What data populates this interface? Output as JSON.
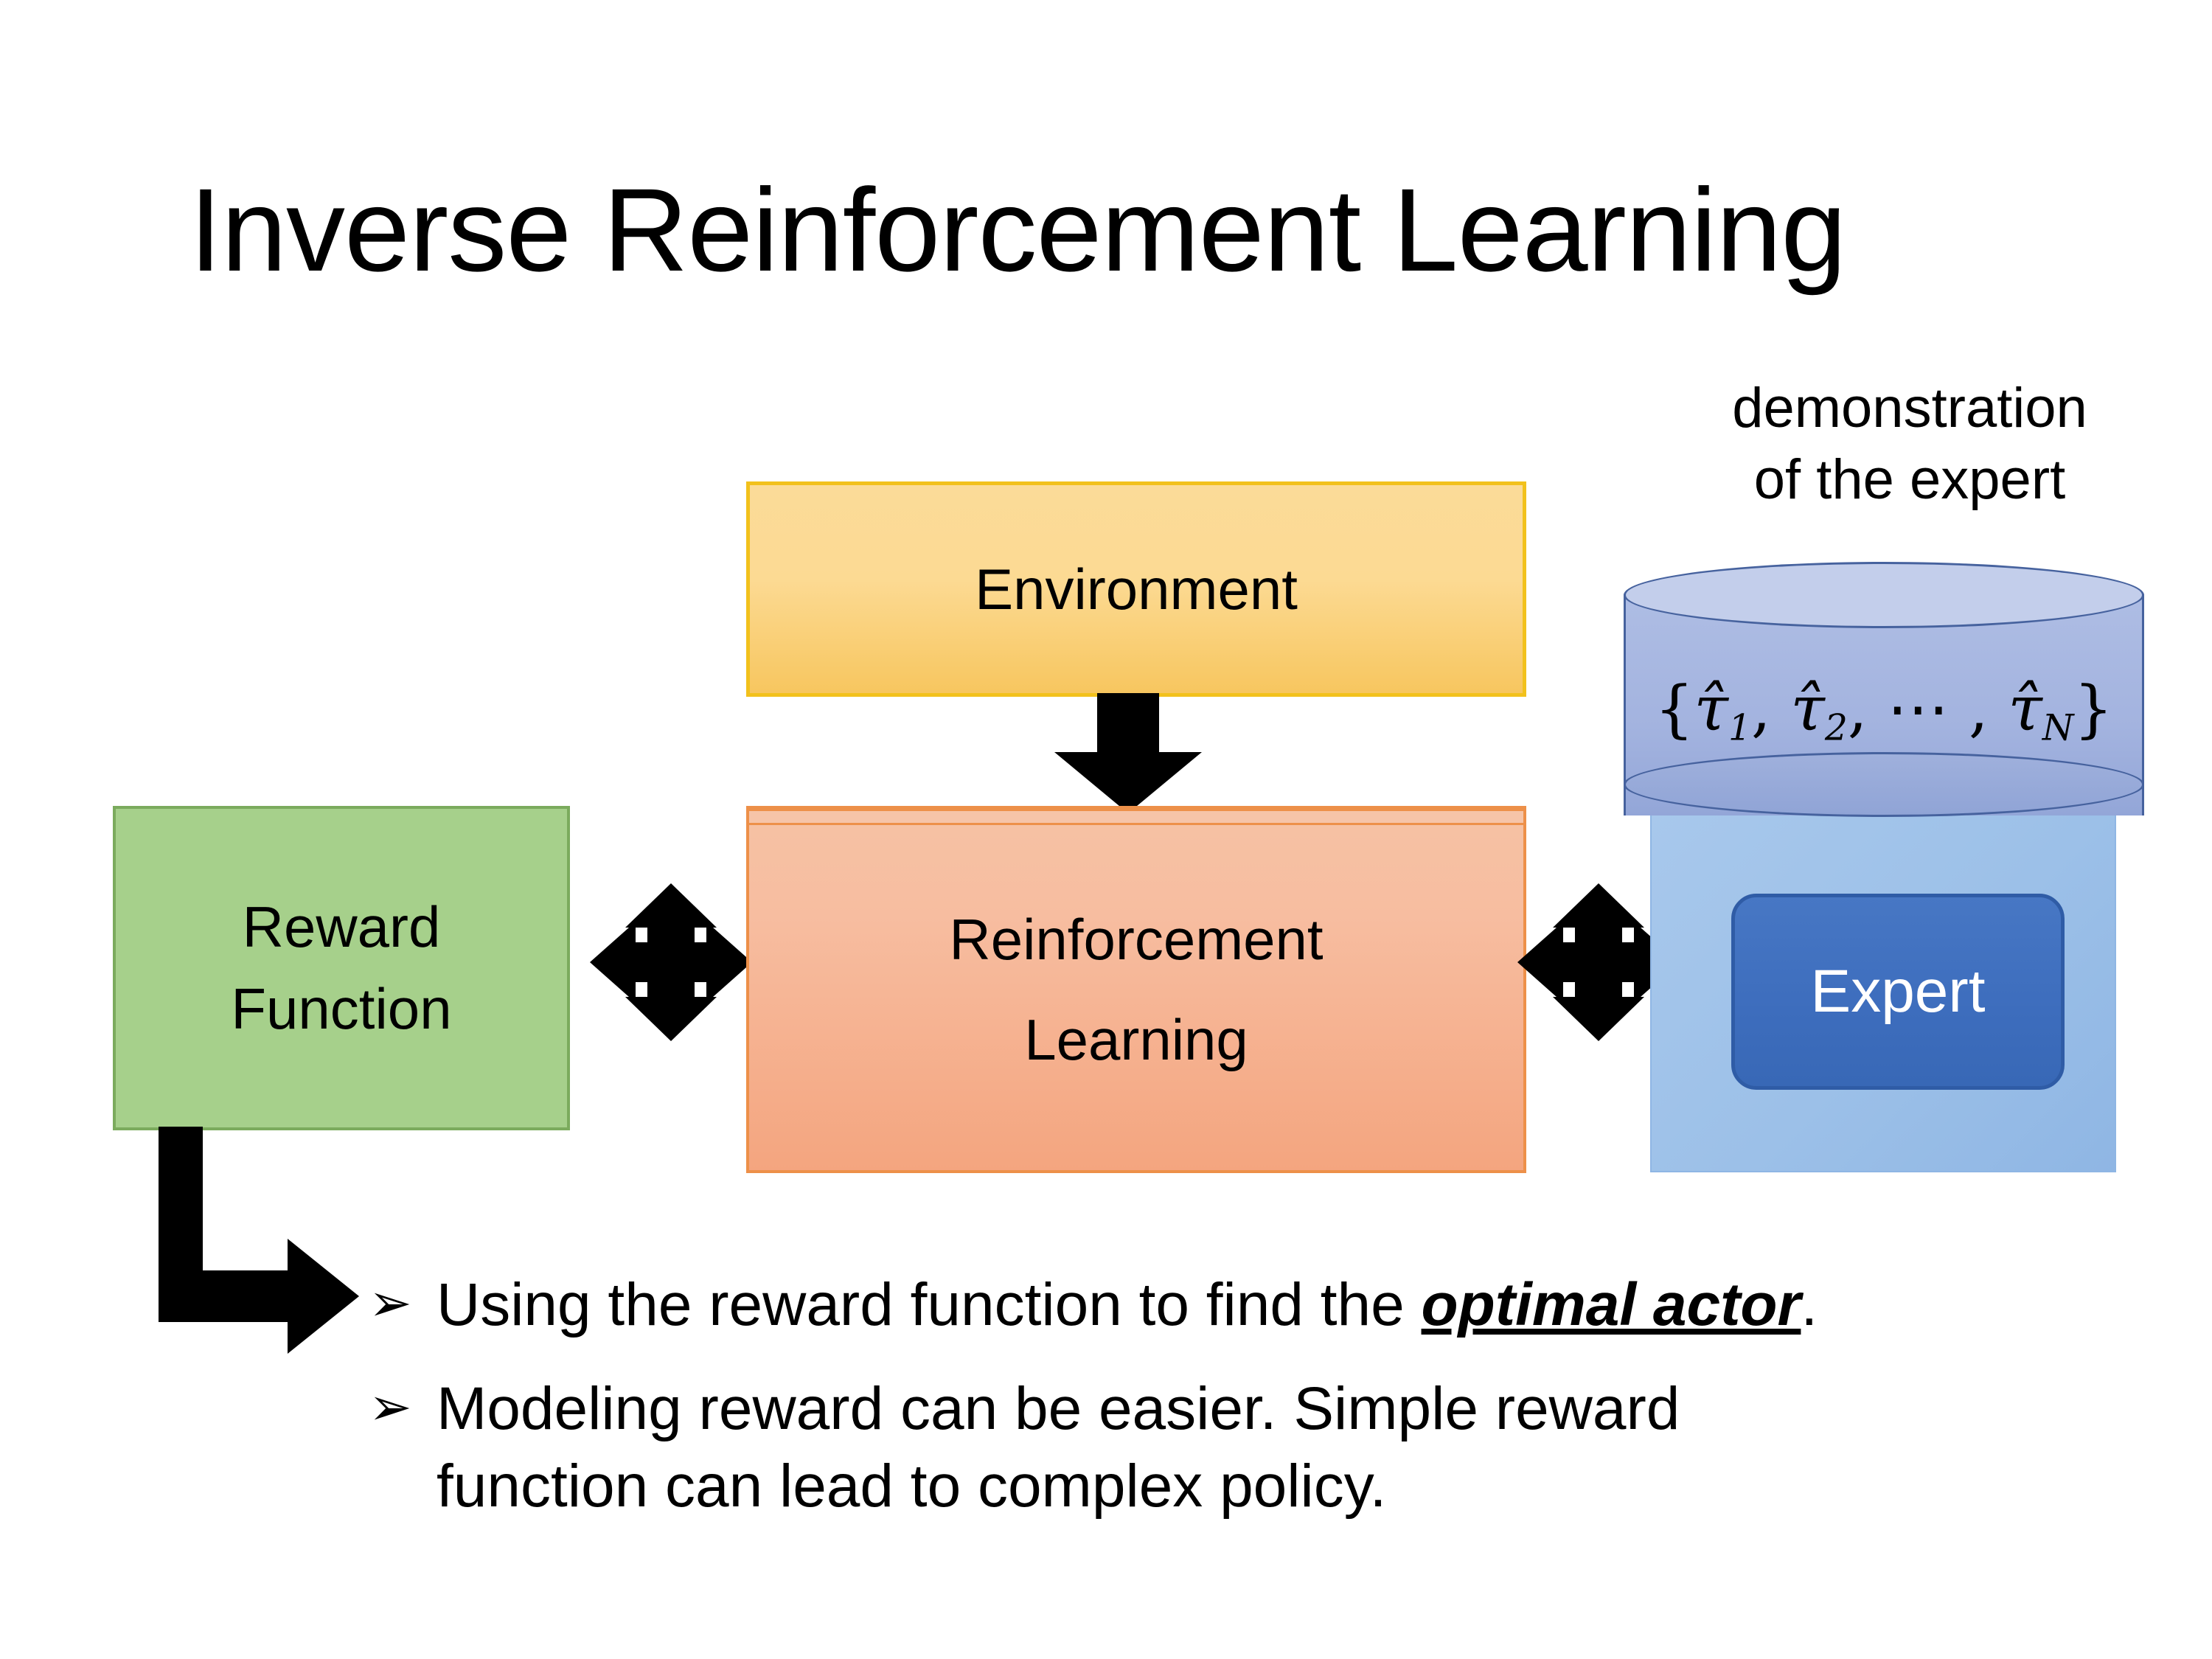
{
  "slide": {
    "title": "Inverse Reinforcement Learning",
    "background_color": "#FFFFFF"
  },
  "diagram": {
    "environment": {
      "label": "Environment",
      "fill_color": "#FBDB98",
      "border_color": "#F2C11C"
    },
    "reward_function": {
      "line1": "Reward",
      "line2": "Function",
      "fill_color": "#A6D08B",
      "border_color": "#7BAB5D"
    },
    "reinforcement_learning": {
      "line1": "Reinforcement",
      "line2": "Learning",
      "fill_color": "#F6C2A4",
      "border_color": "#ED9049"
    },
    "demonstration": {
      "caption_line1": "demonstration",
      "caption_line2": "of the expert",
      "set_open": "{",
      "tau_1": "τ̂",
      "sub_1": "1",
      "comma_1": ", ",
      "tau_2": "τ̂",
      "sub_2": "2",
      "comma_2": ", ⋯ , ",
      "tau_n": "τ̂",
      "sub_n": "N",
      "set_close": "}",
      "cylinder_fill": "#AEBDE4",
      "cylinder_top_fill": "#C3CEEB",
      "cylinder_border": "#46629E"
    },
    "expert": {
      "label": "Expert",
      "fill_color": "#3D6DBD",
      "border_color": "#2F5CA6",
      "text_color": "#FFFFFF",
      "panel_fill": "#A8C8EC"
    },
    "arrows": {
      "environment_to_rl": "down-arrow",
      "reward_to_rl": "bidirectional-arrow",
      "rl_to_expert": "bidirectional-arrow",
      "reward_to_bullets": "elbow-arrow",
      "color": "#000000"
    }
  },
  "bullets": [
    {
      "marker": "➢",
      "text_before": "Using the reward function to find the ",
      "emphasis": "optimal actor",
      "text_after": ".",
      "line2": ""
    },
    {
      "marker": "➢",
      "text_before": "Modeling reward can be easier. Simple reward",
      "emphasis": "",
      "text_after": "",
      "line2": "function can lead to complex policy."
    }
  ]
}
